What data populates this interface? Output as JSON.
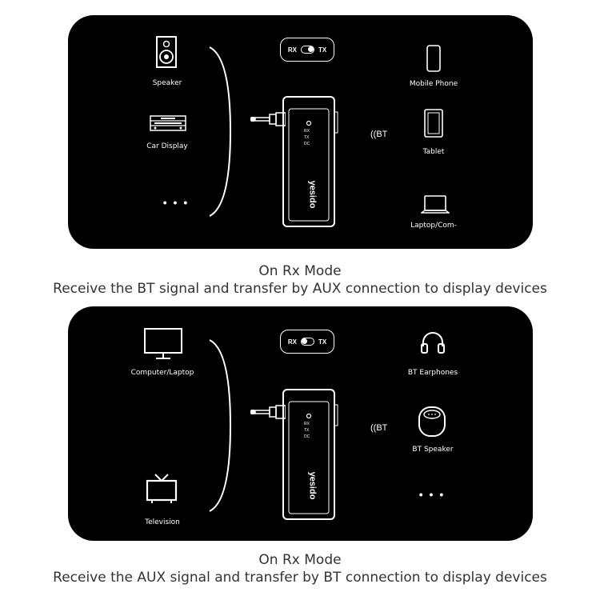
{
  "panels": [
    {
      "left_devices": [
        {
          "label": "Speaker",
          "icon": "speaker-icon"
        },
        {
          "label": "Car Display",
          "icon": "car-display-icon"
        }
      ],
      "left_more": "• • •",
      "toggle": {
        "left": "RX",
        "right": "TX"
      },
      "device_brand": "yesido",
      "device_indicators": [
        "RX",
        "TX",
        "DC"
      ],
      "bt_label": "BT",
      "right_devices": [
        {
          "label": "Mobile Phone",
          "icon": "mobile-phone-icon"
        },
        {
          "label": "Tablet",
          "icon": "tablet-icon"
        },
        {
          "label": "Laptop/Com-",
          "icon": "laptop-icon"
        }
      ],
      "caption_title": "On Rx Mode",
      "caption_text": "Receive the BT signal and transfer by AUX connection to display devices"
    },
    {
      "left_devices": [
        {
          "label": "Computer/Laptop",
          "icon": "monitor-icon"
        },
        {
          "label": "Television",
          "icon": "television-icon"
        }
      ],
      "toggle": {
        "left": "RX",
        "right": "TX"
      },
      "device_brand": "yesido",
      "device_indicators": [
        "RX",
        "TX",
        "DC"
      ],
      "bt_label": "BT",
      "right_devices": [
        {
          "label": "BT Earphones",
          "icon": "headphones-icon"
        },
        {
          "label": "BT Speaker",
          "icon": "smart-speaker-icon"
        }
      ],
      "right_more": "• • •",
      "caption_title": "On Rx Mode",
      "caption_text": "Receive the AUX signal and transfer by BT connection to display devices"
    }
  ],
  "colors": {
    "panel": "#000000",
    "foreground": "#ffffff",
    "caption": "#333333"
  }
}
